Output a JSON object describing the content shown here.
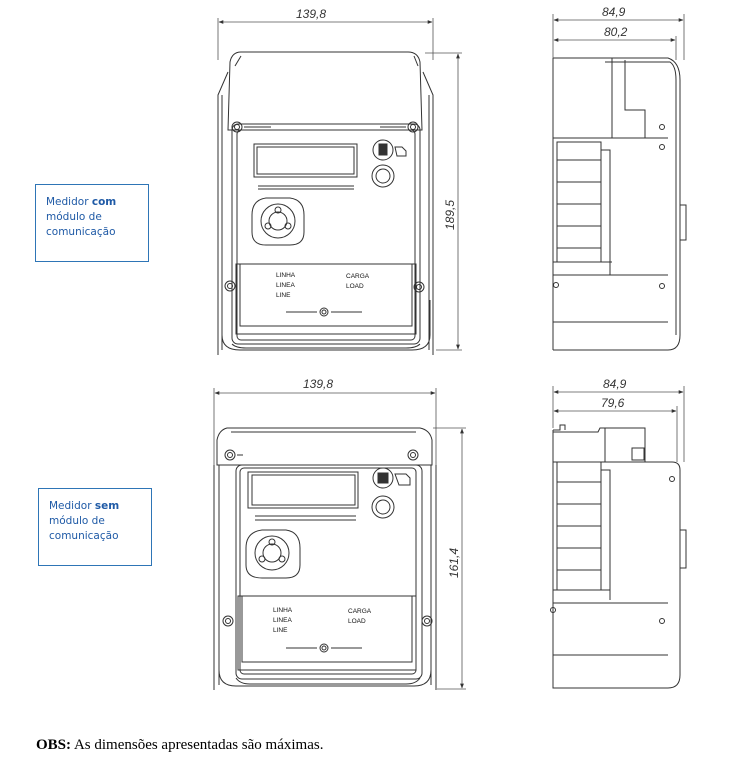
{
  "callouts": {
    "with": {
      "prefix": "Medidor ",
      "bold": "com",
      "rest_line2": "módulo de",
      "rest_line3": "comunicação"
    },
    "without": {
      "prefix": "Medidor ",
      "bold": "sem",
      "rest_line2": "módulo de",
      "rest_line3": "comunicação"
    }
  },
  "dimensions": {
    "top_front_width": "139,8",
    "top_front_height": "189,5",
    "top_side_outer": "84,9",
    "top_side_inner": "80,2",
    "bottom_front_width": "139,8",
    "bottom_front_height": "161,4",
    "bottom_side_outer": "84,9",
    "bottom_side_inner": "79,6"
  },
  "terminal_labels": {
    "line_pt": "LINHA",
    "line_es": "LINEA",
    "line_en": "LINE",
    "load_pt": "CARGA",
    "load_en": "LOAD"
  },
  "note": {
    "label": "OBS:",
    "text": " As dimensões apresentadas são máximas."
  }
}
